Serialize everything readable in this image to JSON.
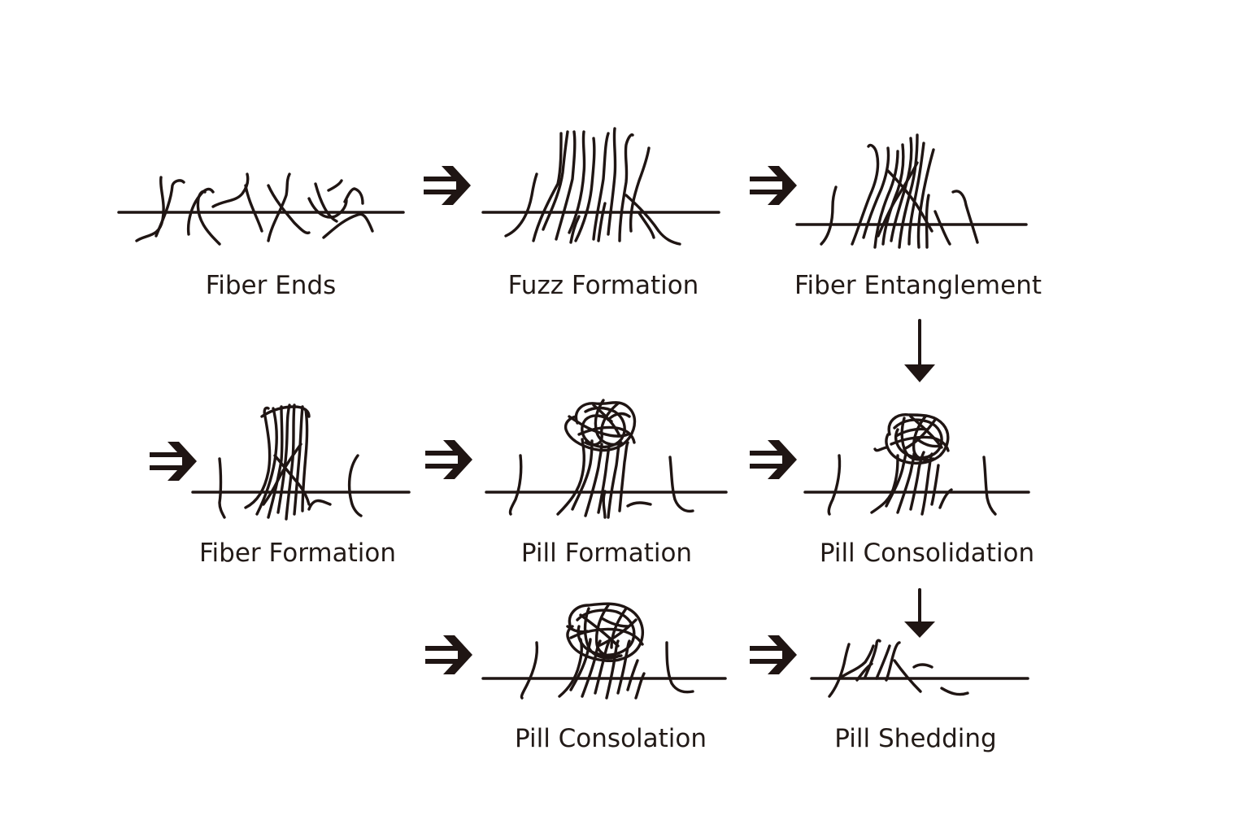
{
  "diagram": {
    "stages": [
      {
        "id": "fiber-ends",
        "label": "Fiber Ends"
      },
      {
        "id": "fuzz-formation",
        "label": "Fuzz Formation"
      },
      {
        "id": "fiber-entanglement",
        "label": "Fiber Entanglement"
      },
      {
        "id": "fiber-formation",
        "label": "Fiber Formation"
      },
      {
        "id": "pill-formation",
        "label": "Pill Formation"
      },
      {
        "id": "pill-consolidation",
        "label": "Pill Consolidation"
      },
      {
        "id": "pill-consolation",
        "label": "Pill Consolation"
      },
      {
        "id": "pill-shedding",
        "label": "Pill Shedding"
      }
    ],
    "colors": {
      "ink": "#1f1513",
      "background": "#ffffff"
    }
  }
}
